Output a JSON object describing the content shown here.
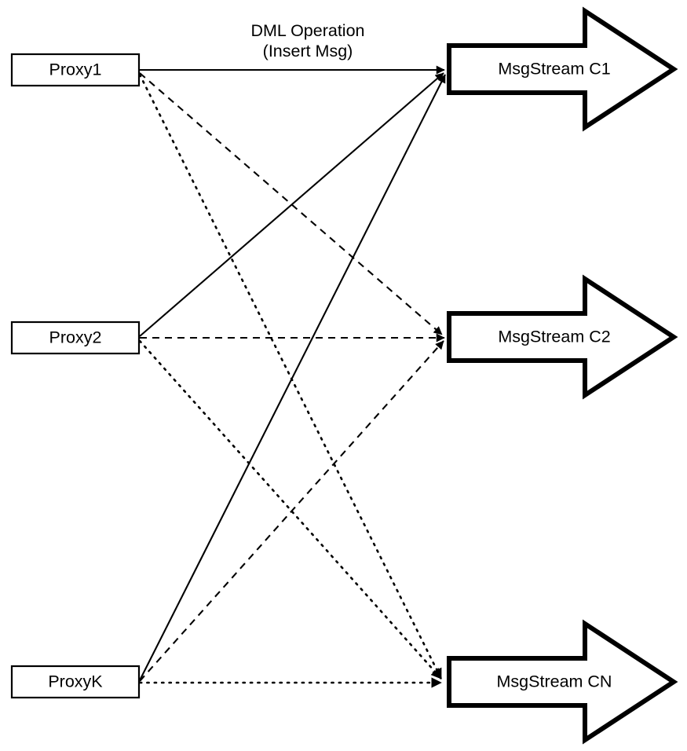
{
  "diagram": {
    "title": "Proxy to MsgStream fan-out diagram",
    "background_color": "#ffffff",
    "stroke_color": "#000000",
    "annotation": {
      "line1": "DML Operation",
      "line2": "(Insert Msg)"
    },
    "proxies": [
      {
        "id": "proxy1",
        "label": "Proxy1"
      },
      {
        "id": "proxy2",
        "label": "Proxy2"
      },
      {
        "id": "proxyK",
        "label": "ProxyK"
      }
    ],
    "streams": [
      {
        "id": "c1",
        "label": "MsgStream C1"
      },
      {
        "id": "c2",
        "label": "MsgStream C2"
      },
      {
        "id": "cn",
        "label": "MsgStream CN"
      }
    ],
    "edges": [
      {
        "from": "proxy1",
        "to": "c1",
        "style": "solid"
      },
      {
        "from": "proxy1",
        "to": "c2",
        "style": "dashed"
      },
      {
        "from": "proxy1",
        "to": "cn",
        "style": "dotted"
      },
      {
        "from": "proxy2",
        "to": "c1",
        "style": "solid"
      },
      {
        "from": "proxy2",
        "to": "c2",
        "style": "dashed"
      },
      {
        "from": "proxy2",
        "to": "cn",
        "style": "dotted"
      },
      {
        "from": "proxyK",
        "to": "c1",
        "style": "solid"
      },
      {
        "from": "proxyK",
        "to": "c2",
        "style": "dashed"
      },
      {
        "from": "proxyK",
        "to": "cn",
        "style": "dotted"
      }
    ]
  }
}
